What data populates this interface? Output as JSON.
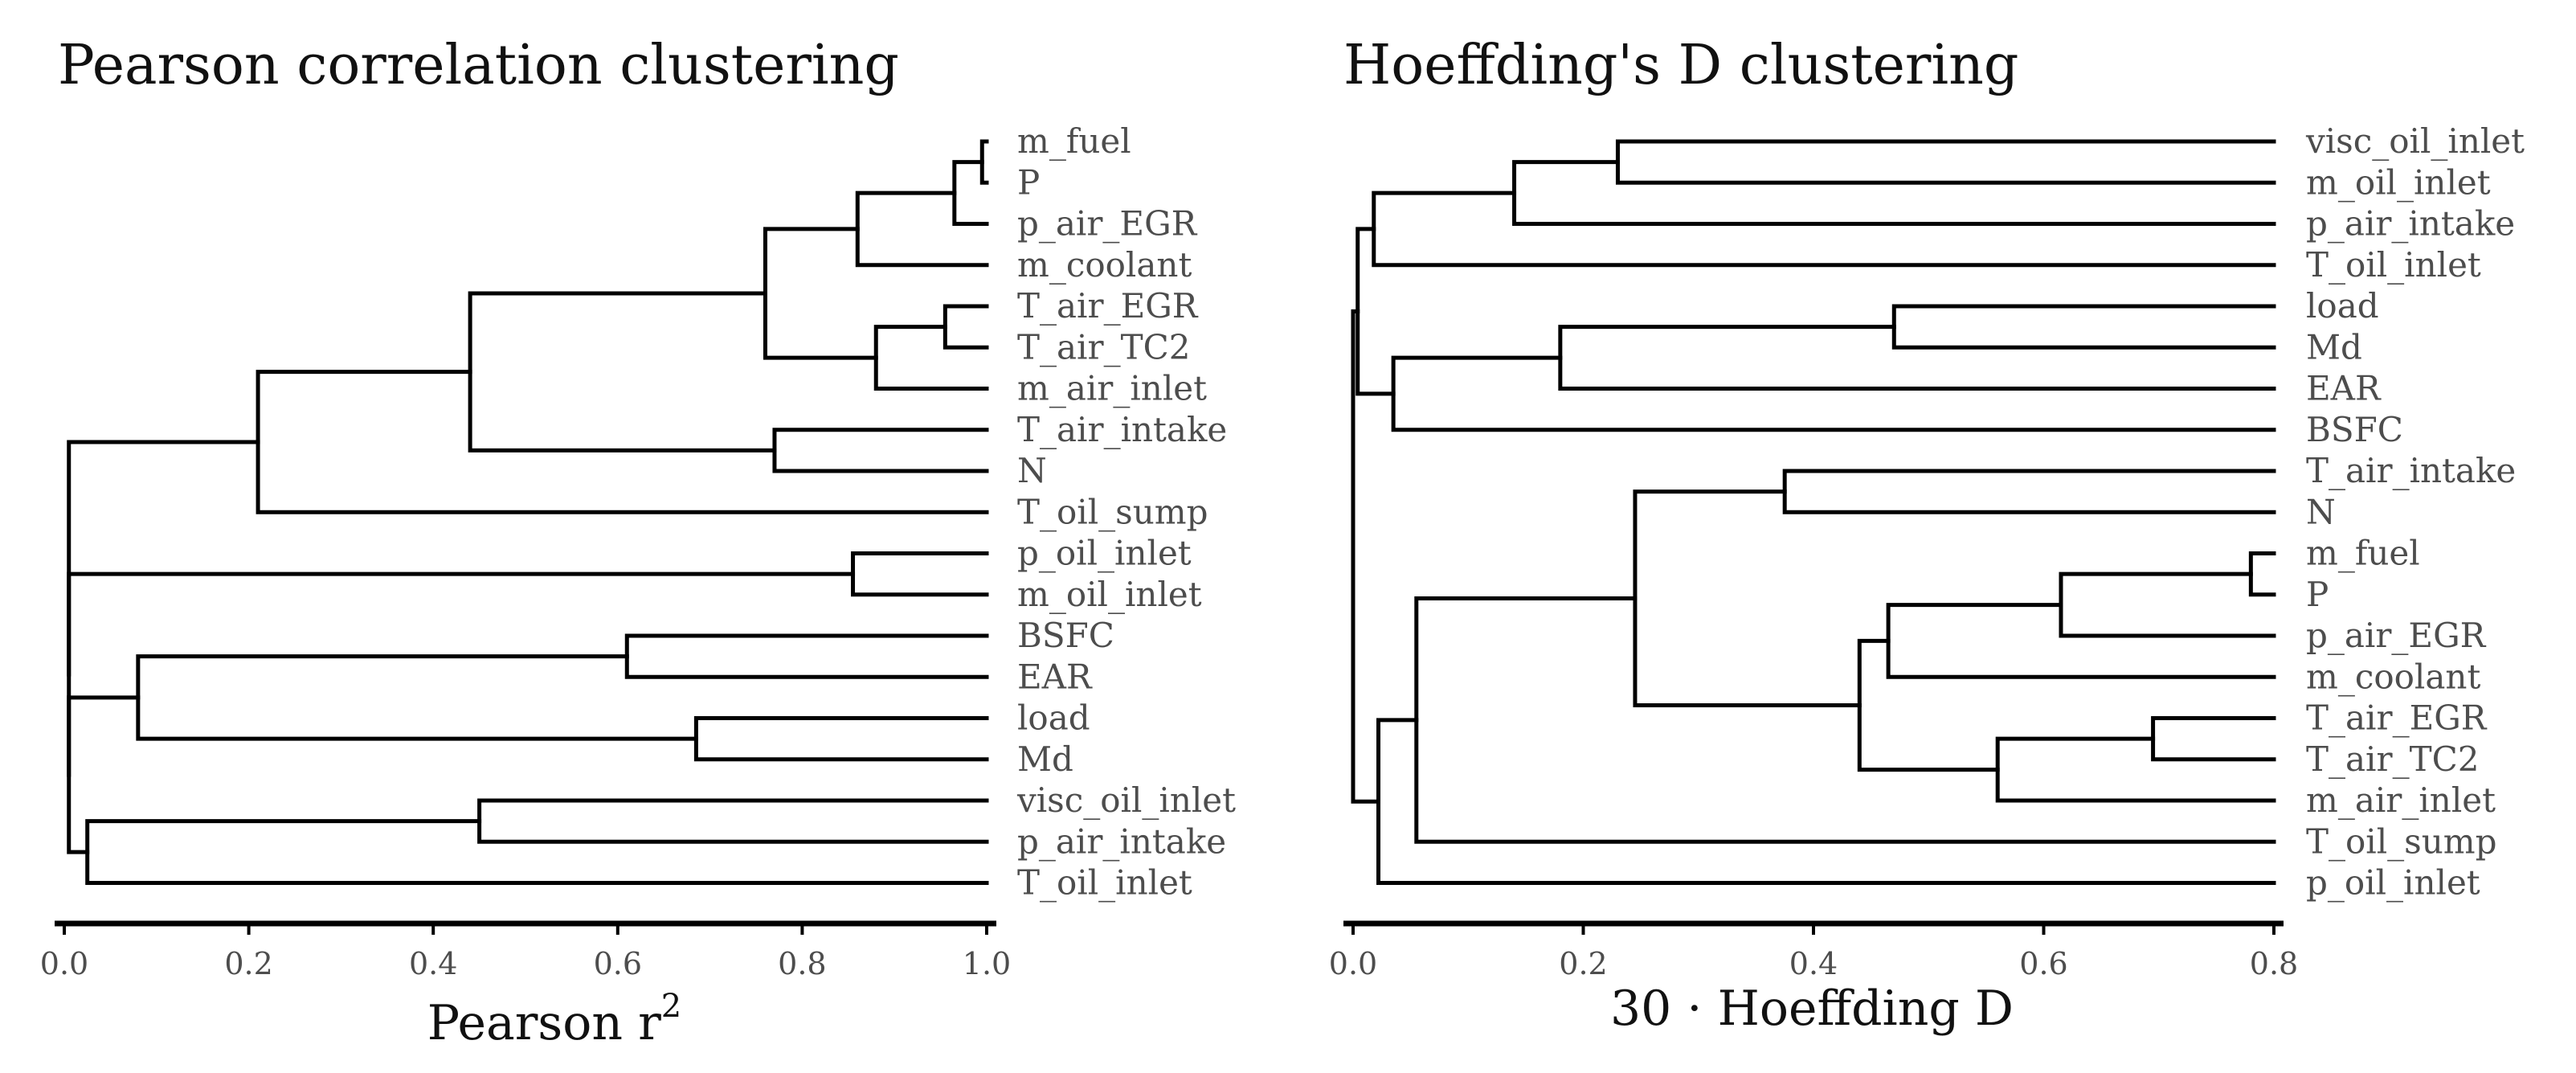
{
  "chart_data": [
    {
      "type": "dendrogram",
      "title": "Pearson correlation clustering",
      "xlabel": "Pearson r",
      "xlabel_superscript": "2",
      "xlim": [
        0,
        1
      ],
      "ticks": [
        "0.0",
        "0.2",
        "0.4",
        "0.6",
        "0.8",
        "1.0"
      ],
      "leaves": [
        "m_fuel",
        "P",
        "p_air_EGR",
        "m_coolant",
        "T_air_EGR",
        "T_air_TC2",
        "m_air_inlet",
        "T_air_intake",
        "N",
        "T_oil_sump",
        "p_oil_inlet",
        "m_oil_inlet",
        "BSFC",
        "EAR",
        "load",
        "Md",
        "visc_oil_inlet",
        "p_air_intake",
        "T_oil_inlet"
      ],
      "merges": [
        {
          "id": "a1",
          "children": [
            "m_fuel",
            "P"
          ],
          "height": 0.995
        },
        {
          "id": "a2",
          "children": [
            "a1",
            "p_air_EGR"
          ],
          "height": 0.965
        },
        {
          "id": "a3",
          "children": [
            "a2",
            "m_coolant"
          ],
          "height": 0.86
        },
        {
          "id": "a4",
          "children": [
            "T_air_EGR",
            "T_air_TC2"
          ],
          "height": 0.955
        },
        {
          "id": "a5",
          "children": [
            "a4",
            "m_air_inlet"
          ],
          "height": 0.88
        },
        {
          "id": "a6",
          "children": [
            "a3",
            "a5"
          ],
          "height": 0.76
        },
        {
          "id": "a7",
          "children": [
            "T_air_intake",
            "N"
          ],
          "height": 0.77
        },
        {
          "id": "a8",
          "children": [
            "a6",
            "a7"
          ],
          "height": 0.44
        },
        {
          "id": "a9",
          "children": [
            "a8",
            "T_oil_sump"
          ],
          "height": 0.21
        },
        {
          "id": "a10",
          "children": [
            "p_oil_inlet",
            "m_oil_inlet"
          ],
          "height": 0.855
        },
        {
          "id": "a11",
          "children": [
            "BSFC",
            "EAR"
          ],
          "height": 0.61
        },
        {
          "id": "a12",
          "children": [
            "load",
            "Md"
          ],
          "height": 0.685
        },
        {
          "id": "a13",
          "children": [
            "a11",
            "a12"
          ],
          "height": 0.08
        },
        {
          "id": "a14",
          "children": [
            "visc_oil_inlet",
            "p_air_intake"
          ],
          "height": 0.45
        },
        {
          "id": "a15",
          "children": [
            "a14",
            "T_oil_inlet"
          ],
          "height": 0.025
        },
        {
          "id": "a16",
          "children": [
            "a13",
            "a15"
          ],
          "height": 0.005
        },
        {
          "id": "a17",
          "children": [
            "a10",
            "a16"
          ],
          "height": 0.005
        },
        {
          "id": "a18",
          "children": [
            "a9",
            "a17"
          ],
          "height": 0.005
        }
      ]
    },
    {
      "type": "dendrogram",
      "title": "Hoeffding's D clustering",
      "xlabel": "30 ·  Hoeffding D",
      "xlim": [
        0,
        0.8
      ],
      "ticks": [
        "0.0",
        "0.2",
        "0.4",
        "0.6",
        "0.8"
      ],
      "leaves": [
        "visc_oil_inlet",
        "m_oil_inlet",
        "p_air_intake",
        "T_oil_inlet",
        "load",
        "Md",
        "EAR",
        "BSFC",
        "T_air_intake",
        "N",
        "m_fuel",
        "P",
        "p_air_EGR",
        "m_coolant",
        "T_air_EGR",
        "T_air_TC2",
        "m_air_inlet",
        "T_oil_sump",
        "p_oil_inlet"
      ],
      "merges": [
        {
          "id": "b1",
          "children": [
            "visc_oil_inlet",
            "m_oil_inlet"
          ],
          "height": 0.23
        },
        {
          "id": "b2",
          "children": [
            "b1",
            "p_air_intake"
          ],
          "height": 0.14
        },
        {
          "id": "b3",
          "children": [
            "b2",
            "T_oil_inlet"
          ],
          "height": 0.018
        },
        {
          "id": "b4",
          "children": [
            "load",
            "Md"
          ],
          "height": 0.47
        },
        {
          "id": "b5",
          "children": [
            "b4",
            "EAR"
          ],
          "height": 0.18
        },
        {
          "id": "b6",
          "children": [
            "b5",
            "BSFC"
          ],
          "height": 0.035
        },
        {
          "id": "b7",
          "children": [
            "b3",
            "b6"
          ],
          "height": 0.004
        },
        {
          "id": "b8",
          "children": [
            "T_air_intake",
            "N"
          ],
          "height": 0.375
        },
        {
          "id": "b9",
          "children": [
            "m_fuel",
            "P"
          ],
          "height": 0.78
        },
        {
          "id": "b10",
          "children": [
            "b9",
            "p_air_EGR"
          ],
          "height": 0.615
        },
        {
          "id": "b11",
          "children": [
            "b10",
            "m_coolant"
          ],
          "height": 0.465
        },
        {
          "id": "b12",
          "children": [
            "T_air_EGR",
            "T_air_TC2"
          ],
          "height": 0.695
        },
        {
          "id": "b13",
          "children": [
            "b12",
            "m_air_inlet"
          ],
          "height": 0.56
        },
        {
          "id": "b14",
          "children": [
            "b11",
            "b13"
          ],
          "height": 0.44
        },
        {
          "id": "b15",
          "children": [
            "b8",
            "b14"
          ],
          "height": 0.245
        },
        {
          "id": "b16",
          "children": [
            "b15",
            "T_oil_sump"
          ],
          "height": 0.055
        },
        {
          "id": "b17",
          "children": [
            "b16",
            "p_oil_inlet"
          ],
          "height": 0.022
        },
        {
          "id": "b18",
          "children": [
            "b7",
            "b17"
          ],
          "height": 0.0
        }
      ]
    }
  ]
}
